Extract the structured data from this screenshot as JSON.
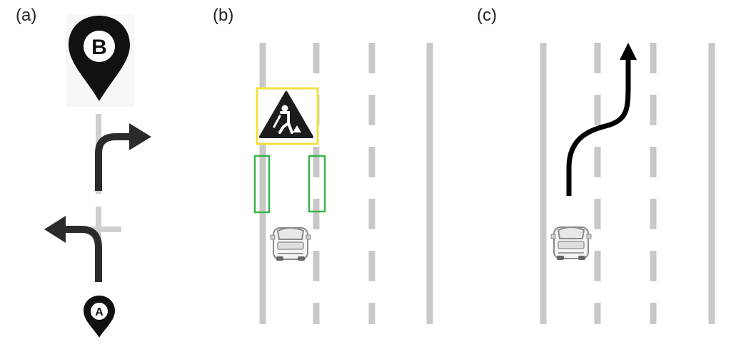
{
  "panels": [
    {
      "label": "(a)"
    },
    {
      "label": "(b)"
    },
    {
      "label": "(c)"
    }
  ],
  "markers": {
    "destination": "B",
    "origin": "A"
  },
  "icons": {
    "destination": "map-pin-icon",
    "origin": "map-pin-icon",
    "road_work": "road-work-sign-icon",
    "car": "car-icon"
  },
  "colors": {
    "lane_line": "#c8c8c8",
    "arrow": "#2b2b2b",
    "sign_highlight": "#f0e040",
    "marking_highlight": "#3ab54a",
    "path": "#000000"
  }
}
